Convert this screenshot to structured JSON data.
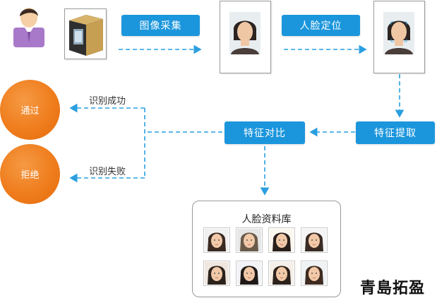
{
  "steps": {
    "capture": "图像采集",
    "face_locate": "人脸定位",
    "feature_extract": "特征提取",
    "feature_compare": "特征对比"
  },
  "results": {
    "success_label": "识别成功",
    "fail_label": "识别失败",
    "pass": "通过",
    "reject": "拒绝"
  },
  "database": {
    "title": "人脸资料库",
    "faces": [
      "face-1",
      "face-2",
      "face-3",
      "face-4",
      "face-5",
      "face-6",
      "face-7",
      "face-8"
    ]
  },
  "colors": {
    "step_blue": "#1b96dc",
    "arrow_blue": "#2a9fe0",
    "result_orange": "#ef7d1d",
    "user_purple": "#a879c9"
  },
  "watermark": "青島拓盈"
}
